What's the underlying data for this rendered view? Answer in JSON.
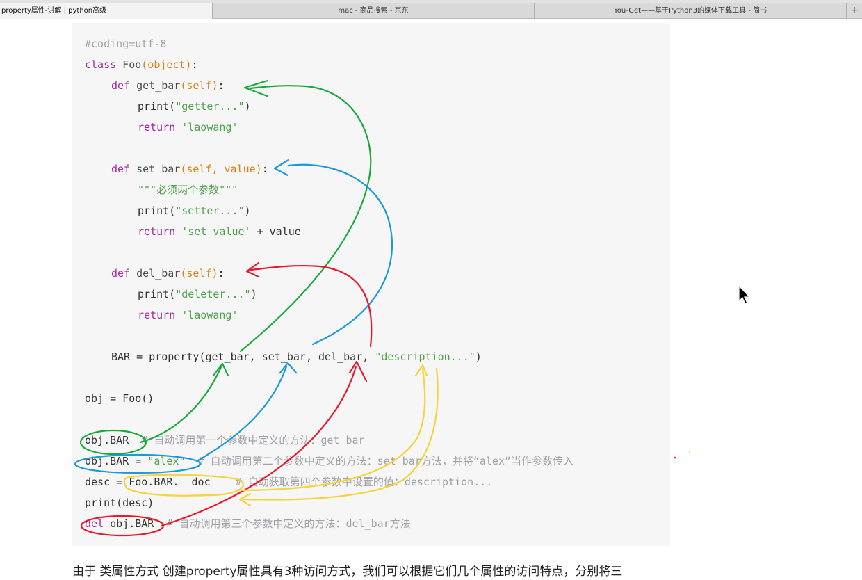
{
  "tabs": [
    {
      "label": "property属性-讲解 | python高级"
    },
    {
      "label": "mac - 商品搜索 - 京东"
    },
    {
      "label": "You-Get——基于Python3的媒体下载工具 - 简书"
    }
  ],
  "new_tab_label": "+",
  "code": {
    "l1": "#coding=utf-8",
    "l2_kw": "class",
    "l2_name": " Foo",
    "l2_par": "(object)",
    "l2_end": ":",
    "l3_kw": "def",
    "l3_name": " get_bar",
    "l3_par": "(self)",
    "l3_end": ":",
    "l4_a": "print(",
    "l4_s": "\"getter...\"",
    "l4_b": ")",
    "l5_kw": "return",
    "l5_s": " 'laowang'",
    "l6_kw": "def",
    "l6_name": " set_bar",
    "l6_par": "(self, value)",
    "l6_end": ":",
    "l7_s": "\"\"\"必须两个参数\"\"\"",
    "l8_a": "print(",
    "l8_s": "\"setter...\"",
    "l8_b": ")",
    "l9_kw": "return",
    "l9_s": " 'set value'",
    "l9_b": " + value",
    "l10_kw": "def",
    "l10_name": " del_bar",
    "l10_par": "(self)",
    "l10_end": ":",
    "l11_a": "print(",
    "l11_s": "\"deleter...\"",
    "l11_b": ")",
    "l12_kw": "return",
    "l12_s": " 'laowang'",
    "l13_a": "BAR = property(get_bar, set_bar, del_bar, ",
    "l13_s": "\"description...\"",
    "l13_b": ")",
    "l14": "obj = Foo()",
    "l15_a": "obj.BAR  ",
    "l15_c": "# 自动调用第一个参数中定义的方法：get_bar",
    "l16_a": "obj.BAR = ",
    "l16_s": "\"alex\"",
    "l16_sp": "  ",
    "l16_c": "# 自动调用第二个参数中定义的方法：set_bar方法，并将“alex”当作参数传入",
    "l17_a": "desc = Foo.BAR.__doc__  ",
    "l17_c": "# 自动获取第四个参数中设置的值：description...",
    "l18": "print(desc)",
    "l19_kw": "del",
    "l19_a": " obj.BAR  ",
    "l19_c": "# 自动调用第三个参数中定义的方法：del_bar方法"
  },
  "paragraph": "由于 类属性方式 创建property属性具有3种访问方式，我们可以根据它们几个属性的访问特点，分别将三",
  "annotation_colors": {
    "green": "#1aaa3c",
    "blue": "#1a9bd7",
    "red": "#e8192c",
    "yellow": "#f7d23c"
  }
}
